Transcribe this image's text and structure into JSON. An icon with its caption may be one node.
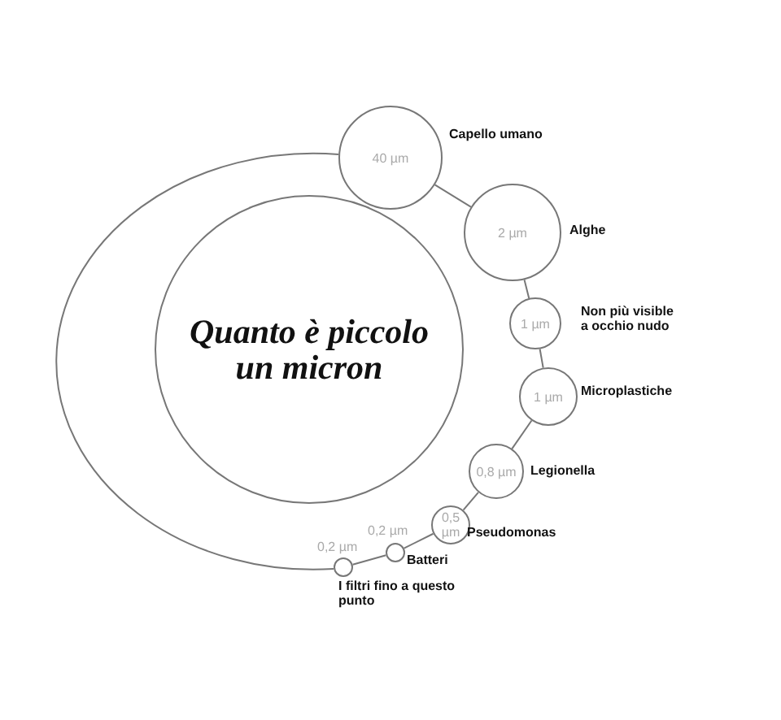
{
  "diagram": {
    "nodes": [
      {
        "text": [
          "Quanto è piccolo un micron"
        ]
      },
      {
        "text": [
          "40 µm"
        ],
        "beside": [
          "Capello umano"
        ]
      },
      {
        "text": [
          "2 µm"
        ],
        "beside": [
          "Alghe"
        ]
      },
      {
        "text": [
          "1 µm"
        ],
        "beside": [
          "Non più visible a occhio nudo"
        ]
      },
      {
        "text": [
          "1 µm"
        ],
        "beside": [
          "Microplastiche"
        ]
      },
      {
        "text": [
          "0,8 µm"
        ],
        "beside": [
          "Legionella"
        ]
      },
      {
        "text": [
          "0,5 µm"
        ],
        "beside": [
          "Pseudomonas"
        ]
      },
      {
        "text": [],
        "shape": "circle",
        "beside": [
          "0,2 µm",
          "Batteri"
        ]
      },
      {
        "text": [],
        "shape": "circle",
        "beside": [
          "0,2 µm",
          "I filtri fino a questo punto"
        ]
      }
    ],
    "edges": [
      {
        "from": 1,
        "to": 2,
        "arrow": "none"
      },
      {
        "from": 2,
        "to": 3,
        "arrow": "none"
      },
      {
        "from": 3,
        "to": 4,
        "arrow": "none"
      },
      {
        "from": 4,
        "to": 5,
        "arrow": "none"
      },
      {
        "from": 5,
        "to": 6,
        "arrow": "none"
      },
      {
        "from": 6,
        "to": 7,
        "arrow": "none"
      },
      {
        "from": 7,
        "to": 8,
        "arrow": "none"
      },
      {
        "from": 8,
        "to": 1,
        "arrow": "none"
      }
    ]
  }
}
